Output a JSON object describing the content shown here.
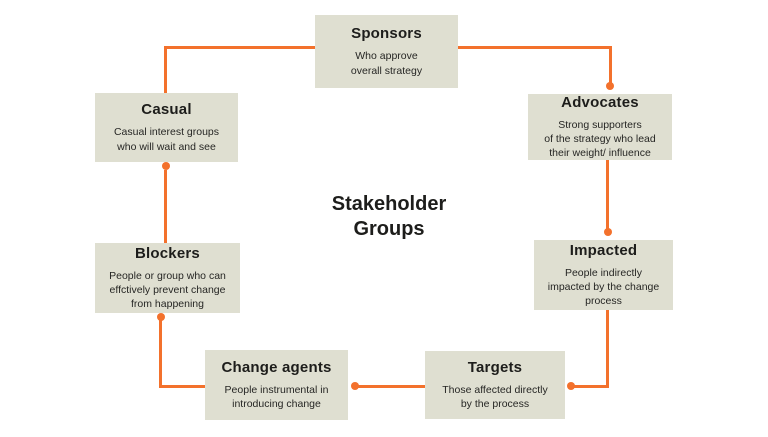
{
  "title": "Stakeholder Groups",
  "colors": {
    "accent": "#F3712C",
    "node_fill": "#DFDFD1",
    "text": "#1E1E1E",
    "background": "#FFFFFF"
  },
  "nodes": [
    {
      "id": "sponsors",
      "title": "Sponsors",
      "description": "Who approve\noverall strategy"
    },
    {
      "id": "advocates",
      "title": "Advocates",
      "description": "Strong supporters\nof the strategy who lead\ntheir weight/ influence"
    },
    {
      "id": "impacted",
      "title": "Impacted",
      "description": "People indirectly\nimpacted by the change\nprocess"
    },
    {
      "id": "targets",
      "title": "Targets",
      "description": "Those affected directly\nby the process"
    },
    {
      "id": "change-agents",
      "title": "Change agents",
      "description": "People instrumental in\nintroducing change"
    },
    {
      "id": "blockers",
      "title": "Blockers",
      "description": "People or group who can\neffctively prevent change\nfrom happening"
    },
    {
      "id": "casual",
      "title": "Casual",
      "description": "Casual interest groups\nwho will wait and see"
    }
  ],
  "connections": [
    {
      "from": "Casual",
      "to": "Sponsors"
    },
    {
      "from": "Sponsors",
      "to": "Advocates"
    },
    {
      "from": "Advocates",
      "to": "Impacted"
    },
    {
      "from": "Impacted",
      "to": "Targets"
    },
    {
      "from": "Targets",
      "to": "Change agents"
    },
    {
      "from": "Change agents",
      "to": "Blockers"
    },
    {
      "from": "Blockers",
      "to": "Casual"
    }
  ]
}
